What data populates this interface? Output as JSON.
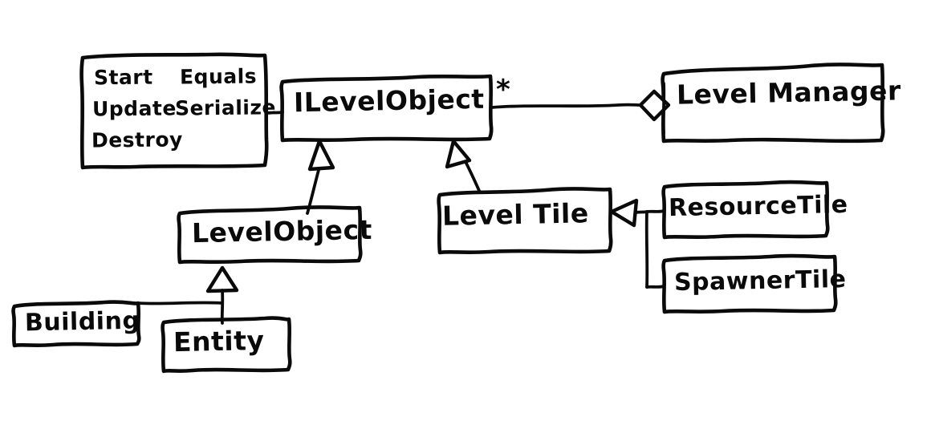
{
  "diagram": {
    "title": "ILevelObject class hierarchy",
    "style": "hand-drawn whiteboard sketch",
    "stroke_color": "#0a0a0a",
    "background_color": "#ffffff",
    "notation": "UML class diagram"
  },
  "nodes": {
    "methods_box": {
      "kind": "method-list",
      "columns": [
        [
          "Start",
          "Update",
          "Destroy"
        ],
        [
          "Equals",
          "Serialize"
        ]
      ],
      "methods": [
        "Start",
        "Update",
        "Destroy",
        "Equals",
        "Serialize"
      ]
    },
    "ilevelobject": {
      "kind": "interface",
      "label": "ILevelObject"
    },
    "levelmanager": {
      "kind": "class",
      "label": "Level Manager"
    },
    "levelobject": {
      "kind": "class",
      "label": "LevelObject"
    },
    "leveltile": {
      "kind": "class",
      "label": "Level Tile"
    },
    "resourcetile": {
      "kind": "class",
      "label": "ResourceTile"
    },
    "spawnertile": {
      "kind": "class",
      "label": "SpawnerTile"
    },
    "building": {
      "kind": "class",
      "label": "Building"
    },
    "entity": {
      "kind": "class",
      "label": "Entity"
    }
  },
  "annotations": {
    "multiplicity_many": "*"
  },
  "edges": [
    {
      "from": "methods_box",
      "to": "ilevelobject",
      "type": "attachment"
    },
    {
      "from": "levelmanager",
      "to": "ilevelobject",
      "type": "aggregation",
      "multiplicity": "*"
    },
    {
      "from": "levelobject",
      "to": "ilevelobject",
      "type": "realization"
    },
    {
      "from": "leveltile",
      "to": "ilevelobject",
      "type": "realization"
    },
    {
      "from": "resourcetile",
      "to": "leveltile",
      "type": "inheritance"
    },
    {
      "from": "spawnertile",
      "to": "leveltile",
      "type": "inheritance"
    },
    {
      "from": "entity",
      "to": "levelobject",
      "type": "inheritance"
    },
    {
      "from": "building",
      "to": "levelobject",
      "type": "inheritance"
    }
  ]
}
